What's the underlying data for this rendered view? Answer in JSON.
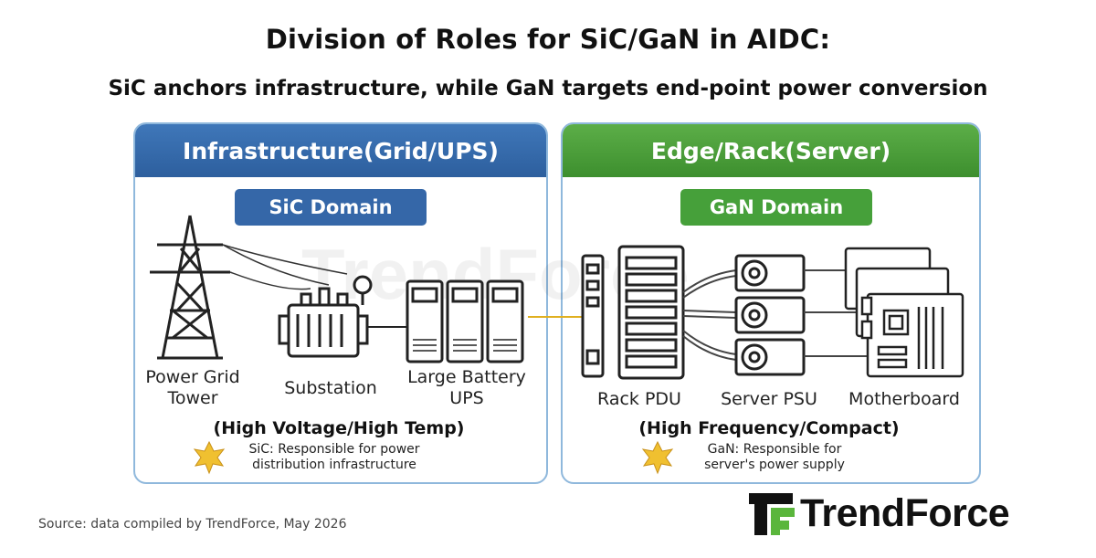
{
  "title": "Division of Roles for SiC/GaN in AIDC:",
  "subtitle": "SiC anchors infrastructure, while GaN targets end-point power conversion",
  "left_panel": {
    "header": "Infrastructure(Grid/UPS)",
    "domain": "SiC Domain",
    "items": [
      "Power Grid Tower",
      "Substation",
      "Large Battery UPS"
    ],
    "item_lines": [
      [
        "Power Grid",
        "Tower"
      ],
      [
        "Substation"
      ],
      [
        "Large Battery",
        "UPS"
      ]
    ],
    "characteristic": "(High Voltage/High Temp)",
    "note_lines": [
      "SiC: Responsible for power",
      "distribution infrastructure"
    ]
  },
  "right_panel": {
    "header": "Edge/Rack(Server)",
    "domain": "GaN Domain",
    "items": [
      "Rack PDU",
      "Server PSU",
      "Motherboard"
    ],
    "characteristic": "(High Frequency/Compact)",
    "note_lines": [
      "GaN: Responsible for",
      "server's power supply"
    ]
  },
  "source": "Source: data compiled by TrendForce, May 2026",
  "brand": "TrendForce",
  "colors": {
    "blue": "#3567a8",
    "green": "#46a03a",
    "star": "#f0c030"
  }
}
